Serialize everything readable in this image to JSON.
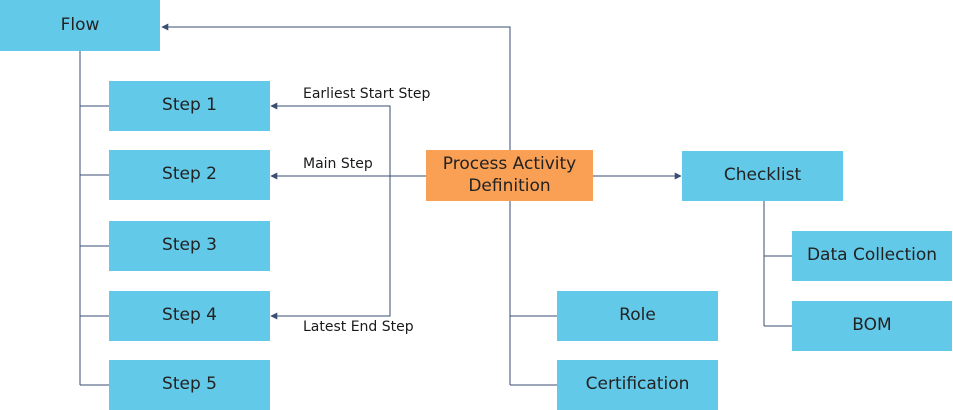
{
  "colors": {
    "box_blue": "#63c9e8",
    "box_orange": "#f9a055",
    "line": "#3a4e73"
  },
  "nodes": {
    "flow": "Flow",
    "step1": "Step 1",
    "step2": "Step 2",
    "step3": "Step 3",
    "step4": "Step 4",
    "step5": "Step 5",
    "pad_line1": "Process Activity",
    "pad_line2": "Definition",
    "checklist": "Checklist",
    "data_collection": "Data Collection",
    "bom": "BOM",
    "role": "Role",
    "certification": "Certification"
  },
  "edge_labels": {
    "earliest_start": "Earliest Start Step",
    "main_step": "Main Step",
    "latest_end": "Latest End Step"
  }
}
